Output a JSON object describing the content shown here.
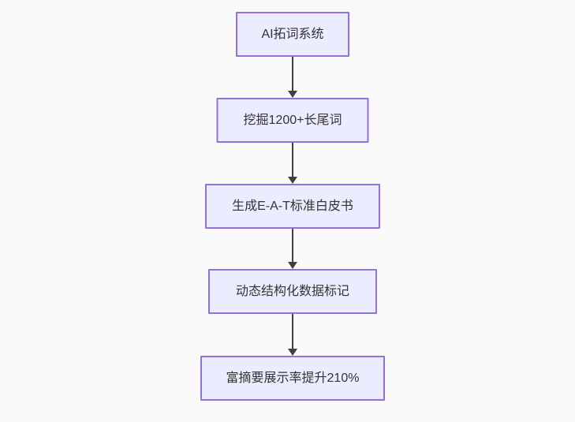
{
  "diagram": {
    "type": "flowchart",
    "direction": "top-down",
    "nodes": [
      {
        "id": "A",
        "label": "AI拓词系统"
      },
      {
        "id": "B",
        "label": "挖掘1200+长尾词"
      },
      {
        "id": "C",
        "label": "生成E-A-T标准白皮书"
      },
      {
        "id": "D",
        "label": "动态结构化数据标记"
      },
      {
        "id": "E",
        "label": "富摘要展示率提升210%"
      }
    ],
    "edges": [
      {
        "from": "A",
        "to": "B"
      },
      {
        "from": "B",
        "to": "C"
      },
      {
        "from": "C",
        "to": "D"
      },
      {
        "from": "D",
        "to": "E"
      }
    ],
    "colors": {
      "node_fill": "#ECECFF",
      "node_border": "#9370DB",
      "node_text": "#333333",
      "arrow": "#3f3f3f",
      "background": "#fafafa"
    }
  }
}
